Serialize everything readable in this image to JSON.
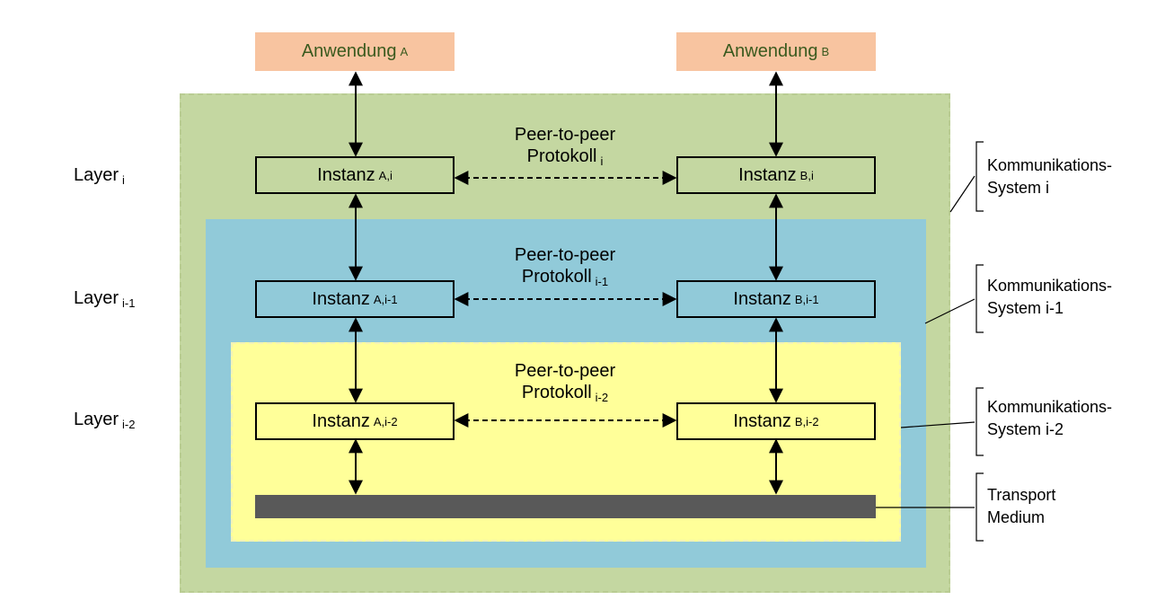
{
  "applications": {
    "a": {
      "label": "Anwendung",
      "sub": "A"
    },
    "b": {
      "label": "Anwendung",
      "sub": "B"
    }
  },
  "layers": [
    {
      "label": "Layer",
      "sub": "i"
    },
    {
      "label": "Layer",
      "sub": "i-1"
    },
    {
      "label": "Layer",
      "sub": "i-2"
    }
  ],
  "instances": {
    "a_i": {
      "label": "Instanz",
      "sub": "A,i"
    },
    "b_i": {
      "label": "Instanz",
      "sub": "B,i"
    },
    "a_i1": {
      "label": "Instanz",
      "sub": "A,i-1"
    },
    "b_i1": {
      "label": "Instanz",
      "sub": "B,i-1"
    },
    "a_i2": {
      "label": "Instanz",
      "sub": "A,i-2"
    },
    "b_i2": {
      "label": "Instanz",
      "sub": "B,i-2"
    }
  },
  "protocols": [
    {
      "line1": "Peer-to-peer",
      "line2": "Protokoll",
      "sub": "i"
    },
    {
      "line1": "Peer-to-peer",
      "line2": "Protokoll",
      "sub": "i-1"
    },
    {
      "line1": "Peer-to-peer",
      "line2": "Protokoll",
      "sub": "i-2"
    }
  ],
  "systems": [
    {
      "line1": "Kommunikations-",
      "line2": "System i"
    },
    {
      "line1": "Kommunikations-",
      "line2": "System i-1"
    },
    {
      "line1": "Kommunikations-",
      "line2": "System i-2"
    },
    {
      "line1": "Transport",
      "line2": "Medium"
    }
  ],
  "colors": {
    "system_i": "#c4d7a1",
    "system_i1": "#91cad9",
    "system_i2": "#ffff99",
    "application": "#f8c4a0",
    "medium": "#595959"
  }
}
